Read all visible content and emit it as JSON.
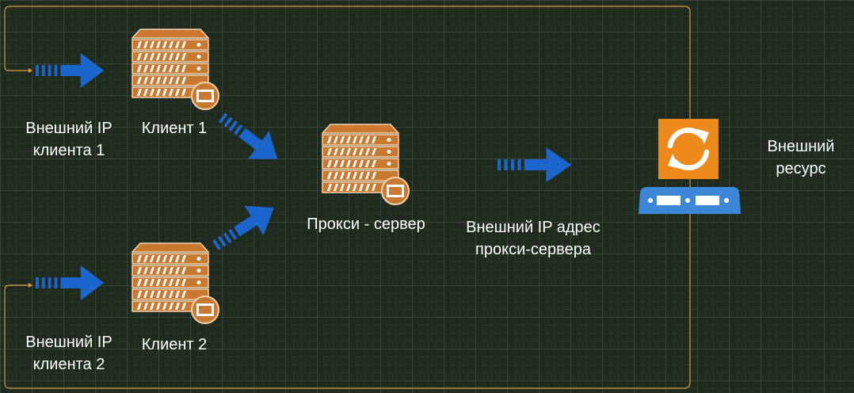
{
  "labels": {
    "ext_ip_client1": [
      "Внешний IP",
      "клиента 1"
    ],
    "client1": "Клиент 1",
    "proxy": "Прокси - сервер",
    "ext_ip_proxy": [
      "Внешний IP адрес",
      "прокси-сервера"
    ],
    "ext_resource": [
      "Внешний",
      "ресурс"
    ],
    "ext_ip_client2": [
      "Внешний IP",
      "клиента 2"
    ],
    "client2": "Клиент 2"
  },
  "icons": {
    "server": "server-icon",
    "sync": "sync-icon",
    "router": "router-icon",
    "arrow": "dashed-arrow-icon"
  },
  "colors": {
    "server_fill": "#c9782f",
    "server_stroke": "#f3d3ad",
    "arrow": "#1a66cc",
    "sync_bg": "#ee8a1c",
    "router": "#3e87d6",
    "border_line": "#d99a3c"
  }
}
